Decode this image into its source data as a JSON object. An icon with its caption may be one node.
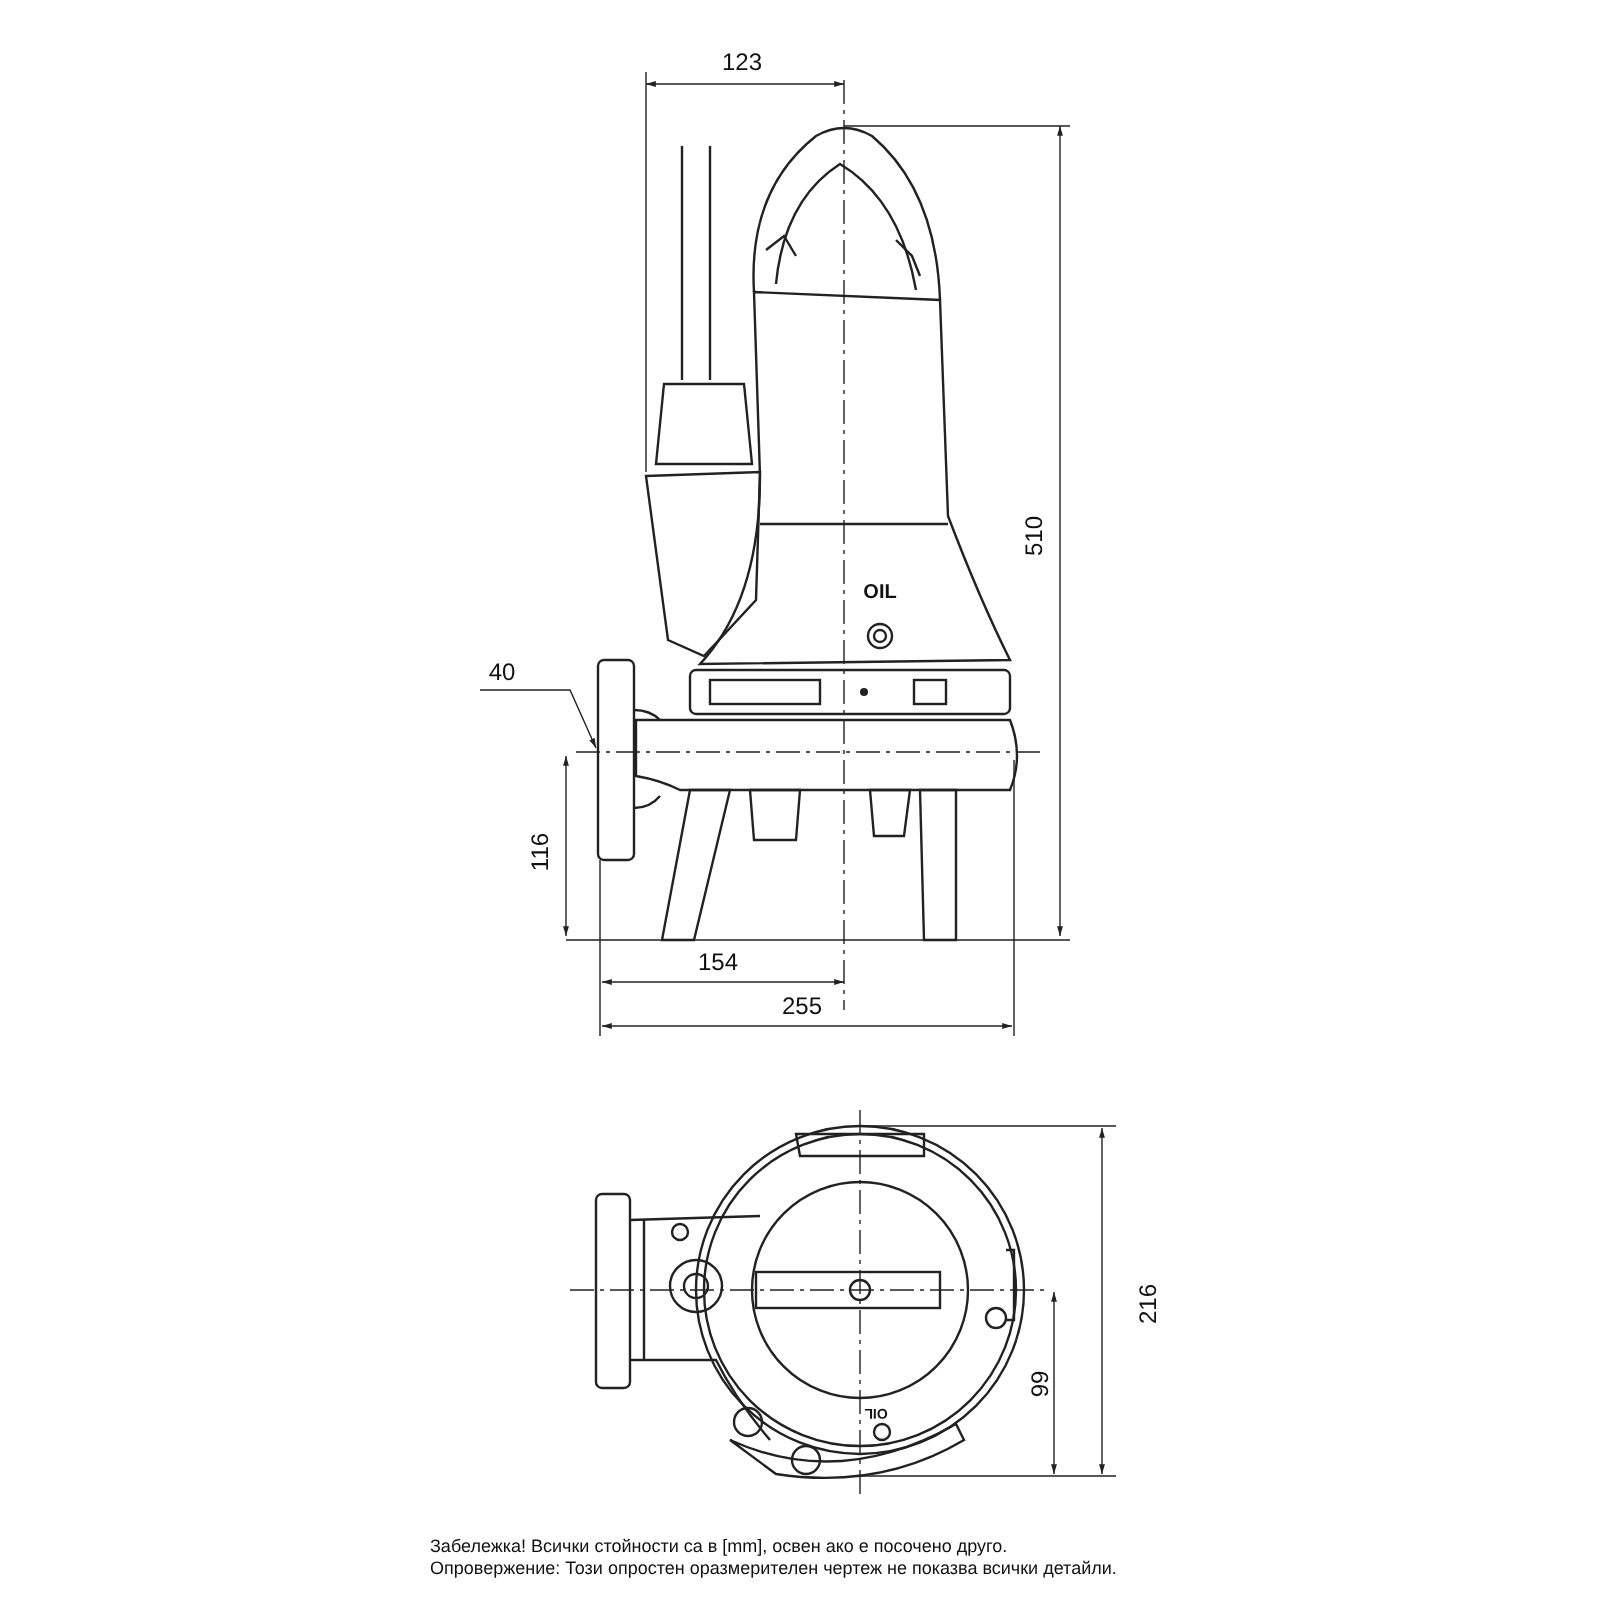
{
  "diagram": {
    "labels": [
      "123",
      "510",
      "OIL",
      "40",
      "116",
      "154",
      "255",
      "OIL",
      "216",
      "99",
      "Забележка! Всички стойности са в [mm], освен ако е посочено друго.",
      "Опровержение: Този опростен оразмерителен чертеж не показва всички детайли."
    ]
  }
}
